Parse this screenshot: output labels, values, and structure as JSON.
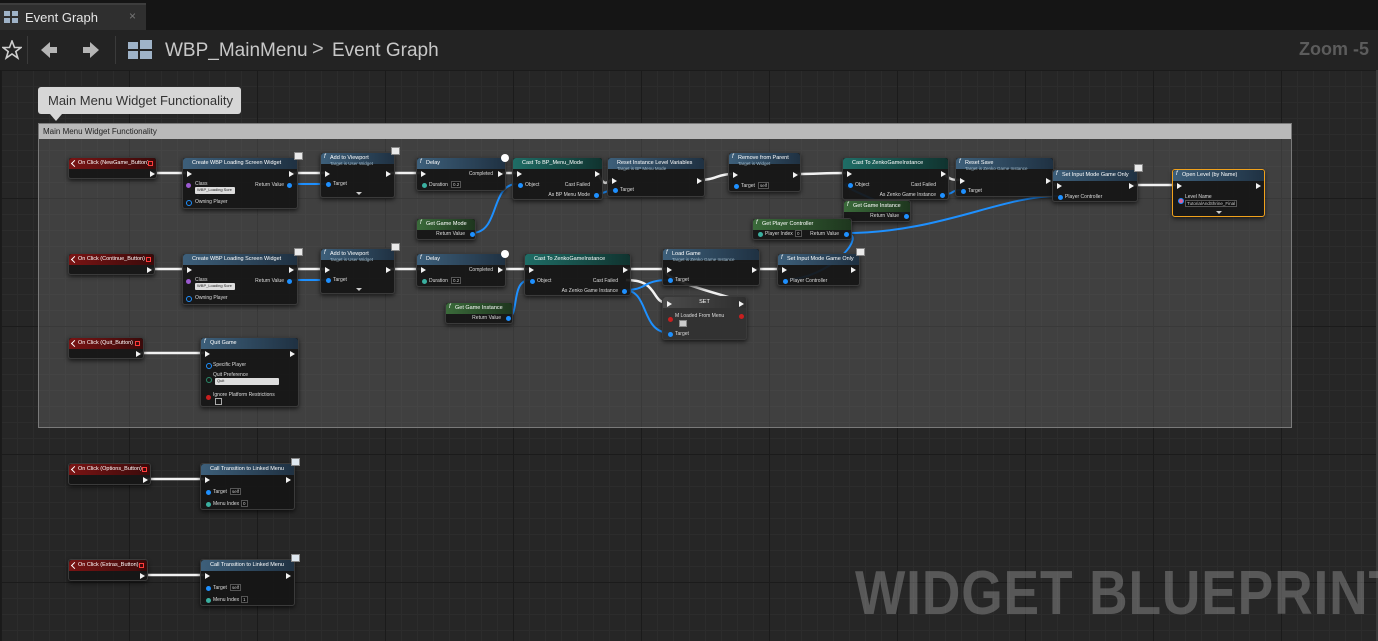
{
  "tab": {
    "title": "Event Graph",
    "close": "×"
  },
  "toolbar": {
    "breadcrumb_asset": "WBP_MainMenu",
    "breadcrumb_separator": ">",
    "breadcrumb_graph": "Event Graph",
    "zoom": "Zoom -5"
  },
  "comment": {
    "bubble": "Main Menu Widget Functionality",
    "header": "Main Menu Widget Functionality"
  },
  "watermark": "WIDGET BLUEPRINT",
  "colors": {
    "exec": "#f2f2f2",
    "object_pin": "#1e90ff",
    "event_header": "#7a1414",
    "function_header": "#3d5f7a",
    "cast_header": "#1f6d66",
    "selected_outline": "#f0a11c"
  },
  "nodes": {
    "ev_newgame": {
      "title": "On Click (NewGame_Button)"
    },
    "ev_continue": {
      "title": "On Click (Continue_Button)"
    },
    "ev_quit": {
      "title": "On Click (Quit_Button)"
    },
    "ev_options": {
      "title": "On Click (Options_Button)"
    },
    "ev_extras": {
      "title": "On Click (Extras_Button)"
    },
    "create1": {
      "title": "Create WBP Loading Screen Widget",
      "class": "Class",
      "class_value": "WBP_Loading Scre ▾",
      "owning": "Owning Player",
      "ret": "Return Value"
    },
    "create2": {
      "title": "Create WBP Loading Screen Widget",
      "class": "Class",
      "class_value": "WBP_Loading Scre ▾",
      "owning": "Owning Player",
      "ret": "Return Value"
    },
    "addvp1": {
      "title": "Add to Viewport",
      "sub": "Target is User Widget",
      "target": "Target"
    },
    "addvp2": {
      "title": "Add to Viewport",
      "sub": "Target is User Widget",
      "target": "Target"
    },
    "delay1": {
      "title": "Delay",
      "completed": "Completed",
      "duration": "Duration",
      "duration_value": "0.2"
    },
    "delay2": {
      "title": "Delay",
      "completed": "Completed",
      "duration": "Duration",
      "duration_value": "0.2"
    },
    "getgamemode": {
      "title": "Get Game Mode",
      "ret": "Return Value"
    },
    "castbp": {
      "title": "Cast To BP_Menu_Mode",
      "object": "Object",
      "failed": "Cast Failed",
      "as": "As BP Menu Mode"
    },
    "resetlevel": {
      "title": "Reset Instance Level Variables",
      "sub": "Target is BP Menu Mode",
      "target": "Target"
    },
    "removeparent": {
      "title": "Remove from Parent",
      "sub": "Target is Widget",
      "target": "Target",
      "target_value": "self"
    },
    "castzenko1": {
      "title": "Cast To ZenkoGameInstance",
      "object": "Object",
      "failed": "Cast Failed",
      "as": "As Zenko Game Instance"
    },
    "getgi1": {
      "title": "Get Game Instance",
      "ret": "Return Value"
    },
    "resetsave": {
      "title": "Reset Save",
      "sub": "Target is Zenko Game Instance",
      "target": "Target"
    },
    "getpc": {
      "title": "Get Player Controller",
      "index": "Player Index",
      "index_value": "0",
      "ret": "Return Value"
    },
    "setinput1": {
      "title": "Set Input Mode Game Only",
      "pc": "Player Controller"
    },
    "openlevel": {
      "title": "Open Level (by Name)",
      "level": "Level Name",
      "level_value": "TutorialAndShrine_Final"
    },
    "castzenko2": {
      "title": "Cast To ZenkoGameInstance",
      "object": "Object",
      "failed": "Cast Failed",
      "as": "As Zenko Game Instance"
    },
    "getgi2": {
      "title": "Get Game Instance",
      "ret": "Return Value"
    },
    "loadgame": {
      "title": "Load Game",
      "sub": "Target is Zenko Game Instance",
      "target": "Target"
    },
    "setinput2": {
      "title": "Set Input Mode Game Only",
      "pc": "Player Controller"
    },
    "setnode": {
      "title": "SET",
      "var": "M Loaded From Menu",
      "target": "Target"
    },
    "quitgame": {
      "title": "Quit Game",
      "player": "Specific Player",
      "pref": "Quit Preference",
      "pref_value": "Quit",
      "ignore": "Ignore Platform Restrictions"
    },
    "calltrans1": {
      "title": "Call Transition to Linked Menu",
      "target": "Target",
      "target_value": "self",
      "index": "Menu Index",
      "index_value": "0"
    },
    "calltrans2": {
      "title": "Call Transition to Linked Menu",
      "target": "Target",
      "target_value": "self",
      "index": "Menu Index",
      "index_value": "1"
    }
  }
}
